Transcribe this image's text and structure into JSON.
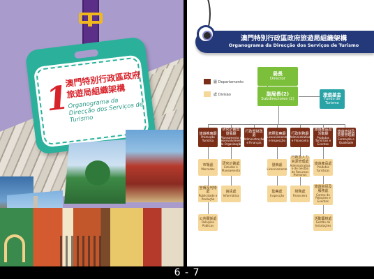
{
  "left_page": {
    "tag": {
      "number": "1",
      "title_zh": "澳門特別行政區政府旅遊局組織架構",
      "title_pt": "Organograma da Direcção dos Serviços de Turismo"
    }
  },
  "right_page": {
    "header": {
      "title_zh": "澳門特別行政區政府旅遊局組織架構",
      "title_pt": "Organograma da Direcção dos Serviços de Turismo"
    },
    "legend": [
      {
        "zh": "廳 Departamento",
        "color": "#7a2d17"
      },
      {
        "zh": "處 Divisão",
        "color": "#f6d79a"
      }
    ],
    "director": {
      "zh": "局長",
      "pt": "Director"
    },
    "subdirectors": {
      "zh": "副局長(2)",
      "pt": "Subdirectores (2)"
    },
    "fund": {
      "zh": "旅遊基金",
      "pt": "Fundo de Turismo"
    },
    "departments": [
      {
        "zh": "旅遊推廣廳",
        "pt": "Promoção Turística",
        "divisions": [
          {
            "zh": "市場處",
            "pt": "Mercados"
          },
          {
            "zh": "宣傳及刊物處",
            "pt": "Publicidade e Produção"
          },
          {
            "zh": "公共關係處",
            "pt": "Relações Públicas"
          }
        ]
      },
      {
        "zh": "研究計劃暨發展廳",
        "pt": "Planeamento e Desenvolvimento da Organização",
        "divisions": [
          {
            "zh": "研究計劃處",
            "pt": "Estudos e Planeamento"
          },
          {
            "zh": "資訊處",
            "pt": "Informática"
          }
        ]
      },
      {
        "zh": "行政暨財政處",
        "pt": "Administração e Finanças",
        "divisions": []
      },
      {
        "zh": "牌照監察廳",
        "pt": "Licenciamento e Inspecção",
        "divisions": [
          {
            "zh": "發牌處",
            "pt": "Licenciamento"
          },
          {
            "zh": "監察處",
            "pt": "Inspecção"
          }
        ]
      },
      {
        "zh": "行政財務廳",
        "pt": "Administrativa e Financeira",
        "divisions": [
          {
            "zh": "行政及人力資源管理處",
            "pt": "Administrativa e de Gestão de Recursos Humanos"
          },
          {
            "zh": "財務處",
            "pt": "Financeira"
          }
        ]
      },
      {
        "zh": "旅遊產品及活動廳",
        "pt": "Produtos Turísticos e Eventos",
        "divisions": [
          {
            "zh": "旅遊產品處",
            "pt": "Produtos Turísticos"
          },
          {
            "zh": "旅遊資訊及服務處",
            "pt": "Centro de Relações e Eventos"
          },
          {
            "zh": "活動籌辦處",
            "pt": "Gestão de Instalações"
          }
        ]
      },
      {
        "zh": "旅遊培訓及質量管理廳",
        "pt": "Formação e Qualidade",
        "divisions": []
      }
    ]
  },
  "footer": {
    "page_numbers": "6 - 7"
  }
}
